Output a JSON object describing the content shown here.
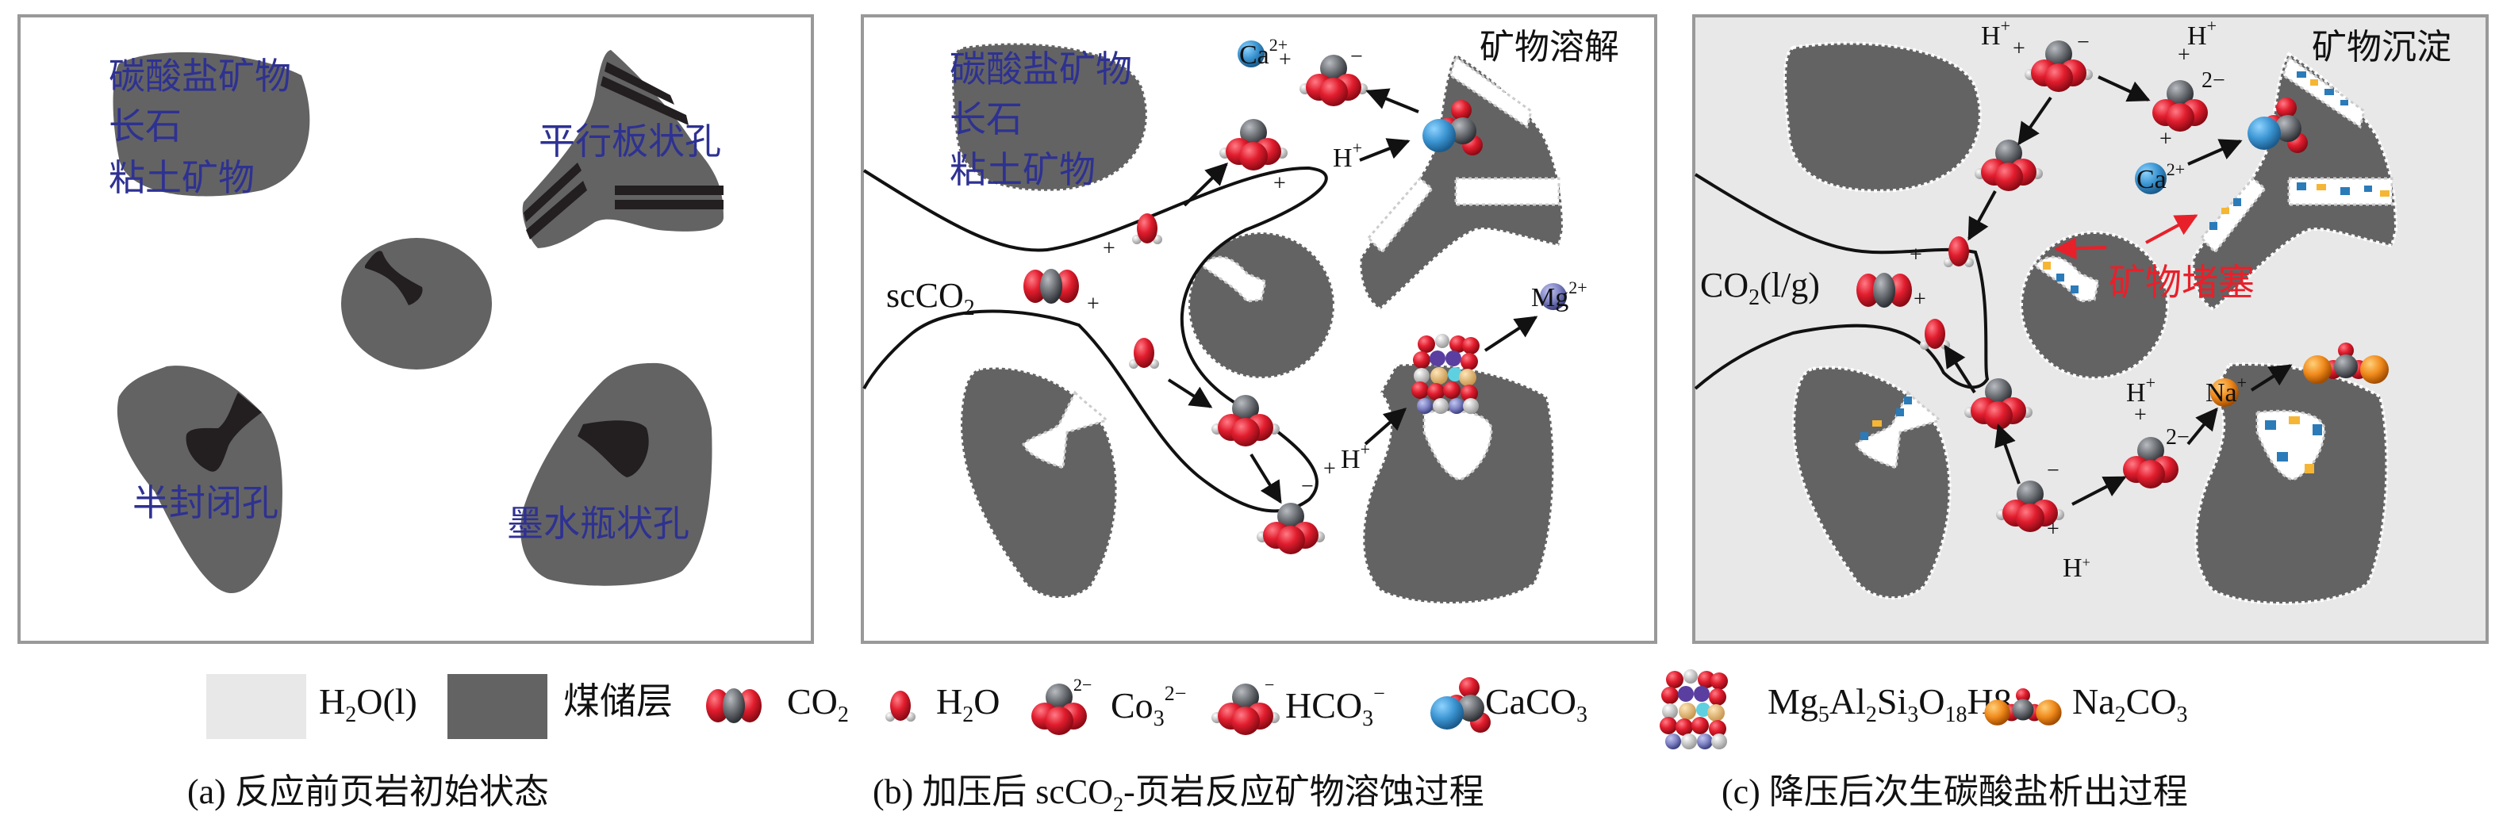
{
  "panels": {
    "a": {
      "mineral_labels": [
        "碳酸盐矿物",
        "长石",
        "粘土矿物"
      ],
      "parallel_plate_pore": "平行板状孔",
      "semi_closed_pore": "半封闭孔",
      "ink_bottle_pore": "墨水瓶状孔"
    },
    "b": {
      "title": "矿物溶解",
      "mineral_labels": [
        "碳酸盐矿物",
        "长石",
        "粘土矿物"
      ],
      "fluid": {
        "main": "scCO",
        "sub": "2"
      },
      "ions": {
        "ca": {
          "sym": "Ca",
          "charge": "2+"
        },
        "h_top": {
          "sym": "H",
          "charge": "+"
        },
        "mg": {
          "sym": "Mg",
          "charge": "2+"
        },
        "h_bottom": {
          "sym": "H",
          "charge": "+"
        }
      },
      "charges": {
        "plus": "+",
        "minus": "−"
      }
    },
    "c": {
      "title": "矿物沉淀",
      "blockage_label": "矿物堵塞",
      "fluid": {
        "main": "CO",
        "sub": "2",
        "rest": "(l/g)"
      },
      "ions": {
        "h1": {
          "sym": "H",
          "charge": "+"
        },
        "h2": {
          "sym": "H",
          "charge": "+"
        },
        "ca": {
          "sym": "Ca",
          "charge": "2+"
        },
        "h3": {
          "sym": "H",
          "charge": "+"
        },
        "na": {
          "sym": "Na",
          "charge": "+"
        },
        "h4": {
          "sym": "H",
          "charge": "+"
        }
      },
      "charges": {
        "plus": "+",
        "minus": "−",
        "two_minus": "2−"
      }
    }
  },
  "legend": {
    "water": {
      "a": "H",
      "sub": "2",
      "b": "O(l)"
    },
    "coal_seam": "煤储层",
    "co2": {
      "a": "CO",
      "sub": "2"
    },
    "h2o": {
      "a": "H",
      "sub": "2",
      "b": "O"
    },
    "co3": {
      "a": "Co",
      "sub": "3",
      "sup": "2−",
      "mol_charge": "2−"
    },
    "hco3": {
      "a": "HCO",
      "sub": "3",
      "sup": "−",
      "mol_charge": "−"
    },
    "caco3": {
      "a": "CaCO",
      "sub": "3"
    },
    "mg_mineral": {
      "parts": [
        "Mg",
        "5",
        "Al",
        "2",
        "Si",
        "3",
        "O",
        "18",
        "H8"
      ]
    },
    "na2co3": {
      "a": "Na",
      "sub": "2",
      "b": "CO",
      "sub2": "3"
    }
  },
  "captions": {
    "a": "(a) 反应前页岩初始状态",
    "b": {
      "pre": "(b) 加压后 scCO",
      "sub": "2",
      "post": "-页岩反应矿物溶蚀过程"
    },
    "c": "(c) 降压后次生碳酸盐析出过程"
  },
  "colors": {
    "rock": "#636363",
    "pore_dark": "#231f20",
    "label_blue": "#2e3192",
    "panel_c_bg": "#e8e8e8",
    "blockage_red": "#e8202a",
    "deposit_blue": "#2b7bb9",
    "deposit_yellow": "#f5b635"
  }
}
